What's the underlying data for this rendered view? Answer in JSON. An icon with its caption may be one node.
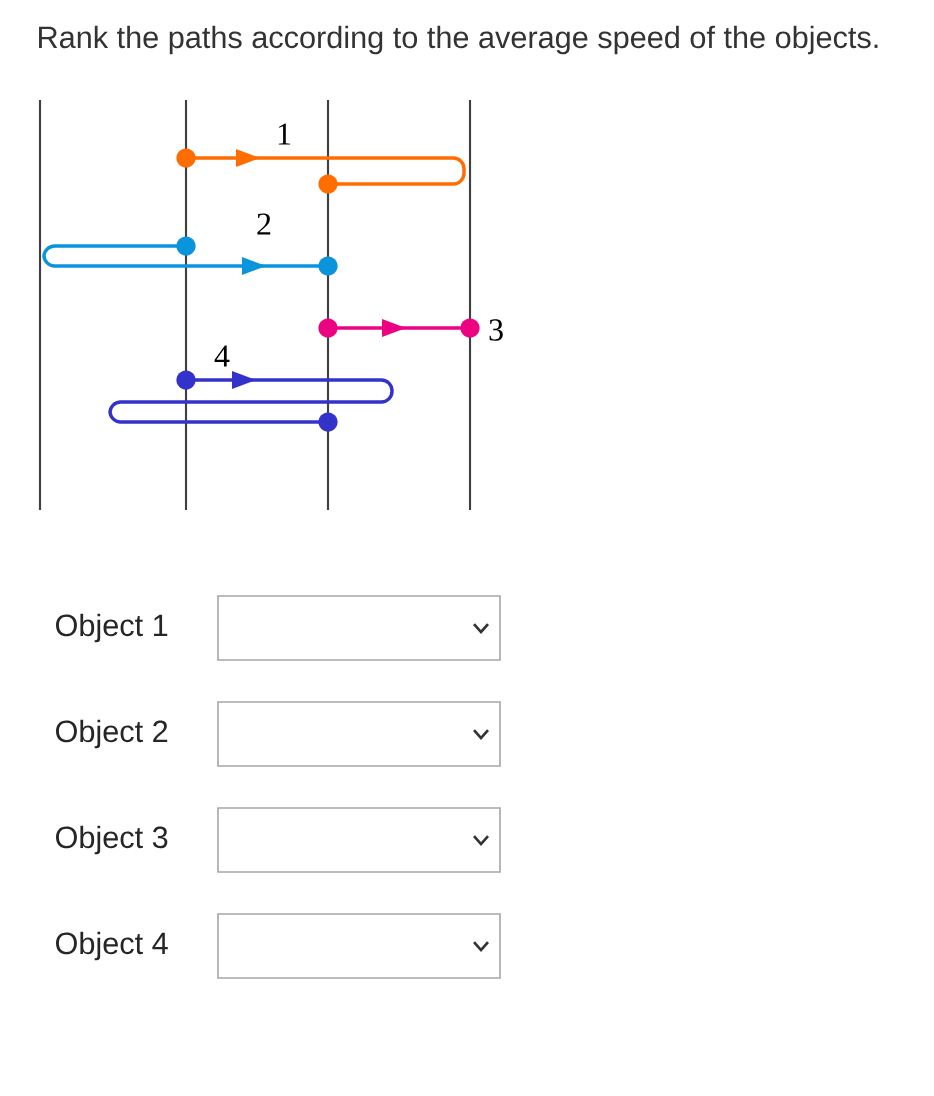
{
  "diagram": {
    "title": "Rank the paths according to the average speed of the objects.",
    "nodes": [
      {
        "text": [],
        "shape": "box",
        "beside": [
          "Object 1"
        ]
      },
      {
        "text": [],
        "shape": "box",
        "beside": [
          "Object 2"
        ]
      },
      {
        "text": [],
        "shape": "box",
        "beside": [
          "Object 3"
        ]
      },
      {
        "text": [],
        "shape": "box",
        "beside": [
          "Object 4"
        ]
      }
    ],
    "labels": [
      "1",
      "2",
      "3",
      "4"
    ]
  }
}
